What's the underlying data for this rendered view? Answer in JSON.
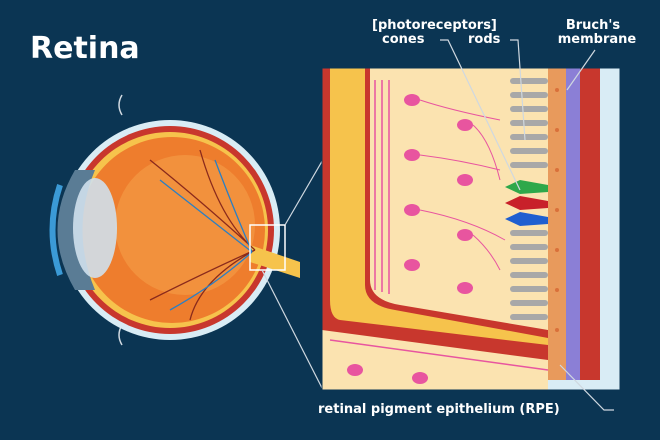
{
  "title": "Retina",
  "labels": {
    "photoreceptors": "[photoreceptors]",
    "cones": "cones",
    "rods": "rods",
    "bruchs_line1": "Bruch's",
    "bruchs_line2": "membrane",
    "rpe": "retinal pigment epithelium (RPE)"
  },
  "colors": {
    "background": "#0b3553",
    "retina_fill": "#fbe3b0",
    "neurons": "#e8559f",
    "rods": "#a8a8a8",
    "rpe": "#e89a5c",
    "bruchs": "#8b7fd6",
    "choroid": "#c8372d",
    "sclera": "#d9ecf5",
    "cone_green": "#2ea84a",
    "cone_red": "#c8202a",
    "cone_blue": "#1f5fd0"
  }
}
